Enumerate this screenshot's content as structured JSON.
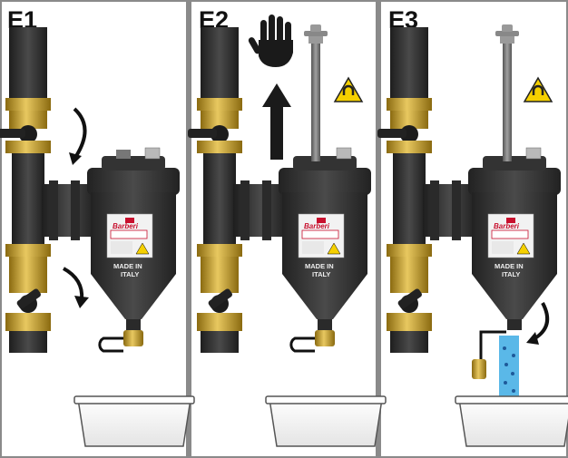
{
  "panels": [
    {
      "label": "E1",
      "brand": "Barberi",
      "made_line1": "MADE IN",
      "made_line2": "ITALY"
    },
    {
      "label": "E2",
      "brand": "Barberi",
      "made_line1": "MADE IN",
      "made_line2": "ITALY"
    },
    {
      "label": "E3",
      "brand": "Barberi",
      "made_line1": "MADE IN",
      "made_line2": "ITALY"
    }
  ],
  "colors": {
    "frame": "#8a8a8a",
    "pipe": "#3a3a3a",
    "brass": "#c9a227",
    "filter_body": "#3c3c3c",
    "magnet_rod": "#7a7a7a",
    "water": "#5ab8e8",
    "warning": "#f5d000"
  },
  "icons": [
    "curved-arrow-icon",
    "stop-hand-icon",
    "up-arrow-icon",
    "magnet-warning-icon",
    "water-stream-icon"
  ]
}
